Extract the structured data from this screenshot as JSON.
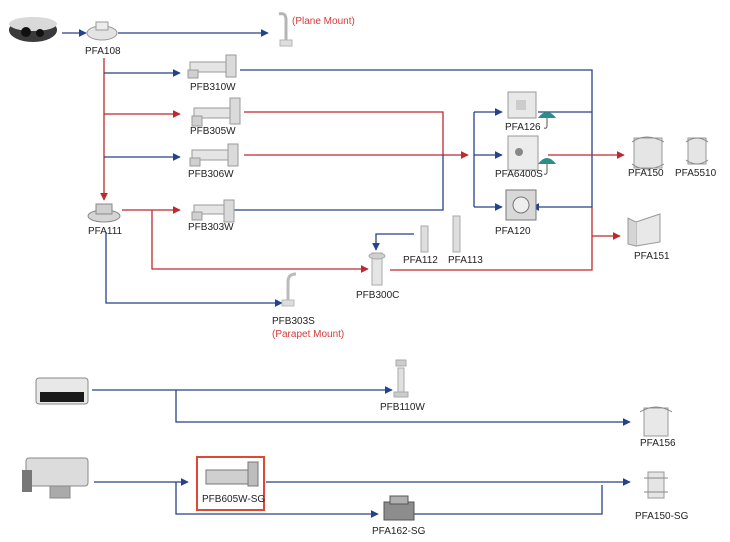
{
  "labels": {
    "pfa108": "PFA108",
    "plane_mount": "(Plane Mount)",
    "pfb310w": "PFB310W",
    "pfb305w": "PFB305W",
    "pfb306w": "PFB306W",
    "pfa111": "PFA111",
    "pfb303w": "PFB303W",
    "pfa126": "PFA126",
    "pfa6400s": "PFA6400S",
    "pfa120": "PFA120",
    "pfa150": "PFA150",
    "pfa5510": "PFA5510",
    "pfa151": "PFA151",
    "pfa112": "PFA112",
    "pfa113": "PFA113",
    "pfb300c": "PFB300C",
    "pfb303s": "PFB303S",
    "parapet_mount": "(Parapet Mount)",
    "pfb110w": "PFB110W",
    "pfa156": "PFA156",
    "pfb605w_sg": "PFB605W-SG",
    "pfa150_sg": "PFA150-SG",
    "pfa162_sg": "PFA162-SG"
  },
  "colors": {
    "blue_line": "#26428b",
    "red_line": "#c0282e",
    "highlight": "#e04836",
    "umbrella": "#2a8f86"
  },
  "icons": {
    "dome_camera": "dome-camera-icon",
    "box_camera": "box-camera-icon",
    "bullet_camera": "bullet-camera-icon",
    "umbrella": "umbrella-icon"
  }
}
